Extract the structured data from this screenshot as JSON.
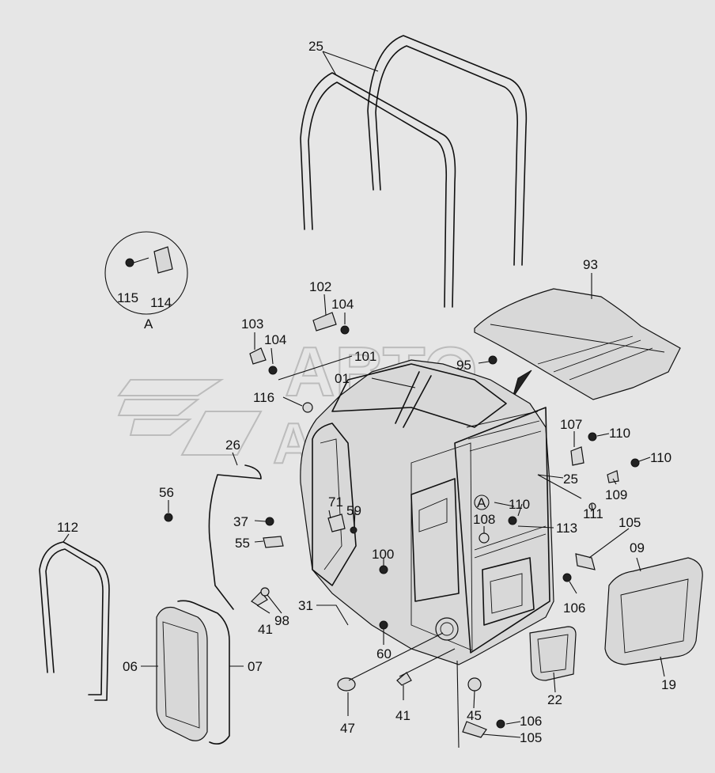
{
  "watermark": {
    "line1": "АВТО",
    "line2": "Arsenal"
  },
  "detail_view": {
    "letter": "A"
  },
  "labels": {
    "l25a": "25",
    "l93": "93",
    "l102": "102",
    "l104a": "104",
    "l103": "103",
    "l104b": "104",
    "l101": "101",
    "l95": "95",
    "l01": "01",
    "l116": "116",
    "l115": "115",
    "l114": "114",
    "lA": "A",
    "l26": "26",
    "l56": "56",
    "l107": "107",
    "l110a": "110",
    "l110b": "110",
    "l109": "109",
    "l25b": "25",
    "l111": "111",
    "lA2": "A",
    "l110c": "110",
    "l108": "108",
    "l113": "113",
    "l105a": "105",
    "l09": "09",
    "l71": "71",
    "l59": "59",
    "l37": "37",
    "l55": "55",
    "l112": "112",
    "l100": "100",
    "l106a": "106",
    "l31": "31",
    "l41a": "41",
    "l98": "98",
    "l06": "06",
    "l07": "07",
    "l60": "60",
    "l19": "19",
    "l22": "22",
    "l47": "47",
    "l41b": "41",
    "l45": "45",
    "l106b": "106",
    "l105b": "105"
  }
}
